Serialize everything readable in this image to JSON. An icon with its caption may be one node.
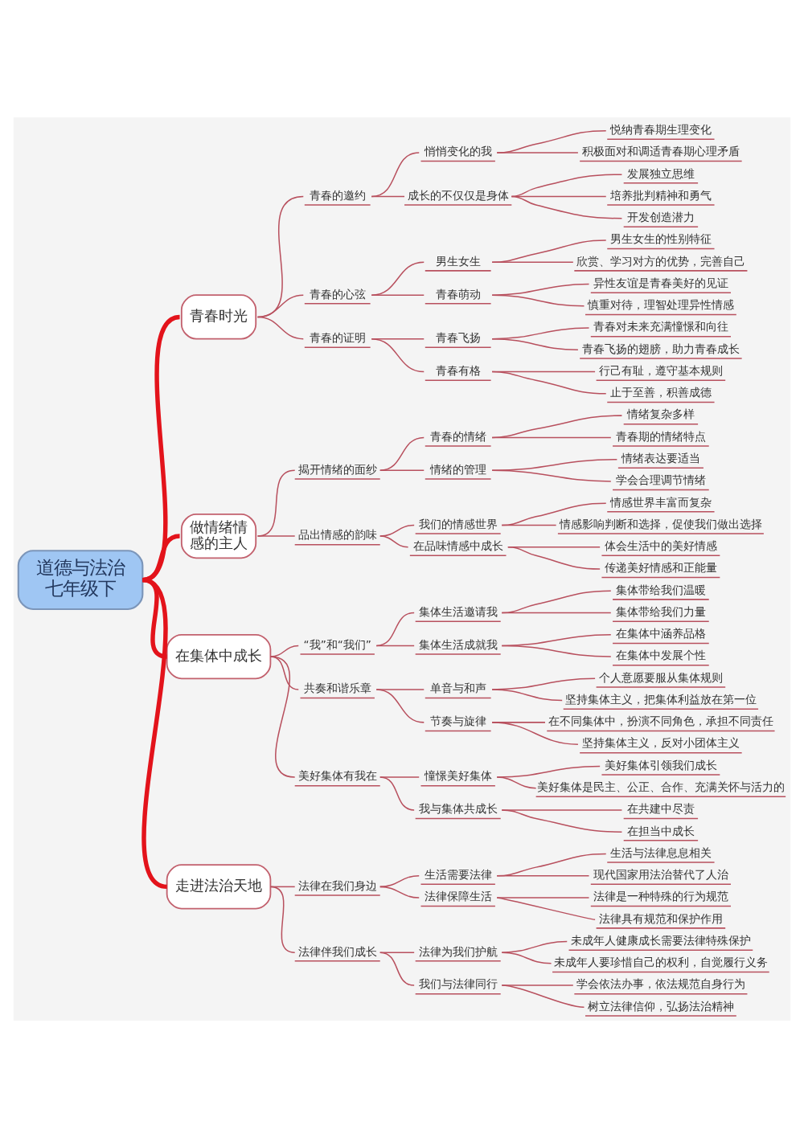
{
  "diagram": {
    "nodes": [
      {
        "text": [
          "道德与法治七年级下"
        ]
      },
      {
        "text": [
          "青春时光"
        ]
      },
      {
        "text": [
          "青春的邀约"
        ]
      },
      {
        "text": [
          "悄悄变化的我"
        ]
      },
      {
        "text": [
          "悦纳青春期生理变化"
        ]
      },
      {
        "text": [
          "积极面对和调适青春期心理矛盾"
        ]
      },
      {
        "text": [
          "成长的不仅仅是身体"
        ]
      },
      {
        "text": [
          "发展独立思维"
        ]
      },
      {
        "text": [
          "培养批判精神和勇气"
        ]
      },
      {
        "text": [
          "开发创造潜力"
        ]
      },
      {
        "text": [
          "青春的心弦"
        ]
      },
      {
        "text": [
          "男生女生"
        ]
      },
      {
        "text": [
          "男生女生的性别特征"
        ]
      },
      {
        "text": [
          "欣赏、学习对方的优势，完善自己"
        ]
      },
      {
        "text": [
          "青春萌动"
        ]
      },
      {
        "text": [
          "异性友谊是青春美好的见证"
        ]
      },
      {
        "text": [
          "慎重对待，理智处理异性情感"
        ]
      },
      {
        "text": [
          "青春的证明"
        ]
      },
      {
        "text": [
          "青春飞扬"
        ]
      },
      {
        "text": [
          "青春对未来充满憧憬和向往"
        ]
      },
      {
        "text": [
          "青春飞扬的翅膀，助力青春成长"
        ]
      },
      {
        "text": [
          "青春有格"
        ]
      },
      {
        "text": [
          "行己有耻，遵守基本规则"
        ]
      },
      {
        "text": [
          "止于至善，积善成德"
        ]
      },
      {
        "text": [
          "做情绪情感的主人"
        ]
      },
      {
        "text": [
          "揭开情绪的面纱"
        ]
      },
      {
        "text": [
          "青春的情绪"
        ]
      },
      {
        "text": [
          "情绪复杂多样"
        ]
      },
      {
        "text": [
          "青春期的情绪特点"
        ]
      },
      {
        "text": [
          "情绪的管理"
        ]
      },
      {
        "text": [
          "情绪表达要适当"
        ]
      },
      {
        "text": [
          "学会合理调节情绪"
        ]
      },
      {
        "text": [
          "品出情感的韵味"
        ]
      },
      {
        "text": [
          "我们的情感世界"
        ]
      },
      {
        "text": [
          "情感世界丰富而复杂"
        ]
      },
      {
        "text": [
          "情感影响判断和选择，促使我们做出选择"
        ]
      },
      {
        "text": [
          "在品味情感中成长"
        ]
      },
      {
        "text": [
          "体会生活中的美好情感"
        ]
      },
      {
        "text": [
          "传递美好情感和正能量"
        ]
      },
      {
        "text": [
          "在集体中成长"
        ]
      },
      {
        "text": [
          "“我”和“我们”"
        ]
      },
      {
        "text": [
          "集体生活邀请我"
        ]
      },
      {
        "text": [
          "集体带给我们温暖"
        ]
      },
      {
        "text": [
          "集体带给我们力量"
        ]
      },
      {
        "text": [
          "集体生活成就我"
        ]
      },
      {
        "text": [
          "在集体中涵养品格"
        ]
      },
      {
        "text": [
          "在集体中发展个性"
        ]
      },
      {
        "text": [
          "共奏和谐乐章"
        ]
      },
      {
        "text": [
          "单音与和声"
        ]
      },
      {
        "text": [
          "个人意愿要服从集体规则"
        ]
      },
      {
        "text": [
          "坚持集体主义，把集体利益放在第一位"
        ]
      },
      {
        "text": [
          "节奏与旋律"
        ]
      },
      {
        "text": [
          "在不同集体中，扮演不同角色，承担不同责任"
        ]
      },
      {
        "text": [
          "坚持集体主义，反对小团体主义"
        ]
      },
      {
        "text": [
          "美好集体有我在"
        ]
      },
      {
        "text": [
          "憧憬美好集体"
        ]
      },
      {
        "text": [
          "美好集体引领我们成长"
        ]
      },
      {
        "text": [
          "美好集体是民主、公正、合作、充满关怀与活力的"
        ]
      },
      {
        "text": [
          "我与集体共成长"
        ]
      },
      {
        "text": [
          "在共建中尽责"
        ]
      },
      {
        "text": [
          "在担当中成长"
        ]
      },
      {
        "text": [
          "走进法治天地"
        ]
      },
      {
        "text": [
          "法律在我们身边"
        ]
      },
      {
        "text": [
          "生活需要法律"
        ]
      },
      {
        "text": [
          "生活与法律息息相关"
        ]
      },
      {
        "text": [
          "现代国家用法治替代了人治"
        ]
      },
      {
        "text": [
          "法律保障生活"
        ]
      },
      {
        "text": [
          "法律是一种特殊的行为规范"
        ]
      },
      {
        "text": [
          "法律具有规范和保护作用"
        ]
      },
      {
        "text": [
          "法律伴我们成长"
        ]
      },
      {
        "text": [
          "法律为我们护航"
        ]
      },
      {
        "text": [
          "未成年人健康成长需要法律特殊保护"
        ]
      },
      {
        "text": [
          "未成年人要珍惜自己的权利，自觉履行义务"
        ]
      },
      {
        "text": [
          "我们与法律同行"
        ]
      },
      {
        "text": [
          "学会依法办事，依法规范自身行为"
        ]
      },
      {
        "text": [
          "树立法律信仰，弘扬法治精神"
        ]
      }
    ],
    "edges": [
      {
        "from": 0,
        "to": 1,
        "arrow": "none",
        "style": "thick",
        "color": "#e3131b"
      },
      {
        "from": 1,
        "to": 2,
        "arrow": "none"
      },
      {
        "from": 2,
        "to": 3,
        "arrow": "none"
      },
      {
        "from": 3,
        "to": 4,
        "arrow": "none"
      },
      {
        "from": 3,
        "to": 5,
        "arrow": "none"
      },
      {
        "from": 2,
        "to": 6,
        "arrow": "none"
      },
      {
        "from": 6,
        "to": 7,
        "arrow": "none"
      },
      {
        "from": 6,
        "to": 8,
        "arrow": "none"
      },
      {
        "from": 6,
        "to": 9,
        "arrow": "none"
      },
      {
        "from": 1,
        "to": 10,
        "arrow": "none"
      },
      {
        "from": 10,
        "to": 11,
        "arrow": "none"
      },
      {
        "from": 11,
        "to": 12,
        "arrow": "none"
      },
      {
        "from": 11,
        "to": 13,
        "arrow": "none"
      },
      {
        "from": 10,
        "to": 14,
        "arrow": "none"
      },
      {
        "from": 14,
        "to": 15,
        "arrow": "none"
      },
      {
        "from": 14,
        "to": 16,
        "arrow": "none"
      },
      {
        "from": 1,
        "to": 17,
        "arrow": "none"
      },
      {
        "from": 17,
        "to": 18,
        "arrow": "none"
      },
      {
        "from": 18,
        "to": 19,
        "arrow": "none"
      },
      {
        "from": 18,
        "to": 20,
        "arrow": "none"
      },
      {
        "from": 17,
        "to": 21,
        "arrow": "none"
      },
      {
        "from": 21,
        "to": 22,
        "arrow": "none"
      },
      {
        "from": 21,
        "to": 23,
        "arrow": "none"
      },
      {
        "from": 0,
        "to": 24,
        "arrow": "none",
        "style": "thick",
        "color": "#e3131b"
      },
      {
        "from": 24,
        "to": 25,
        "arrow": "none"
      },
      {
        "from": 25,
        "to": 26,
        "arrow": "none"
      },
      {
        "from": 26,
        "to": 27,
        "arrow": "none"
      },
      {
        "from": 26,
        "to": 28,
        "arrow": "none"
      },
      {
        "from": 25,
        "to": 29,
        "arrow": "none"
      },
      {
        "from": 29,
        "to": 30,
        "arrow": "none"
      },
      {
        "from": 29,
        "to": 31,
        "arrow": "none"
      },
      {
        "from": 24,
        "to": 32,
        "arrow": "none"
      },
      {
        "from": 32,
        "to": 33,
        "arrow": "none"
      },
      {
        "from": 33,
        "to": 34,
        "arrow": "none"
      },
      {
        "from": 33,
        "to": 35,
        "arrow": "none"
      },
      {
        "from": 32,
        "to": 36,
        "arrow": "none"
      },
      {
        "from": 36,
        "to": 37,
        "arrow": "none"
      },
      {
        "from": 36,
        "to": 38,
        "arrow": "none"
      },
      {
        "from": 0,
        "to": 39,
        "arrow": "none",
        "style": "thick",
        "color": "#e3131b"
      },
      {
        "from": 39,
        "to": 40,
        "arrow": "none"
      },
      {
        "from": 40,
        "to": 41,
        "arrow": "none"
      },
      {
        "from": 41,
        "to": 42,
        "arrow": "none"
      },
      {
        "from": 41,
        "to": 43,
        "arrow": "none"
      },
      {
        "from": 40,
        "to": 44,
        "arrow": "none"
      },
      {
        "from": 44,
        "to": 45,
        "arrow": "none"
      },
      {
        "from": 44,
        "to": 46,
        "arrow": "none"
      },
      {
        "from": 39,
        "to": 47,
        "arrow": "none"
      },
      {
        "from": 47,
        "to": 48,
        "arrow": "none"
      },
      {
        "from": 48,
        "to": 49,
        "arrow": "none"
      },
      {
        "from": 48,
        "to": 50,
        "arrow": "none"
      },
      {
        "from": 47,
        "to": 51,
        "arrow": "none"
      },
      {
        "from": 51,
        "to": 52,
        "arrow": "none"
      },
      {
        "from": 51,
        "to": 53,
        "arrow": "none"
      },
      {
        "from": 39,
        "to": 54,
        "arrow": "none"
      },
      {
        "from": 54,
        "to": 55,
        "arrow": "none"
      },
      {
        "from": 55,
        "to": 56,
        "arrow": "none"
      },
      {
        "from": 55,
        "to": 57,
        "arrow": "none"
      },
      {
        "from": 54,
        "to": 58,
        "arrow": "none"
      },
      {
        "from": 58,
        "to": 59,
        "arrow": "none"
      },
      {
        "from": 58,
        "to": 60,
        "arrow": "none"
      },
      {
        "from": 0,
        "to": 61,
        "arrow": "none",
        "style": "thick",
        "color": "#e3131b"
      },
      {
        "from": 61,
        "to": 62,
        "arrow": "none"
      },
      {
        "from": 62,
        "to": 63,
        "arrow": "none"
      },
      {
        "from": 63,
        "to": 64,
        "arrow": "none"
      },
      {
        "from": 63,
        "to": 65,
        "arrow": "none"
      },
      {
        "from": 62,
        "to": 66,
        "arrow": "none"
      },
      {
        "from": 66,
        "to": 67,
        "arrow": "none"
      },
      {
        "from": 66,
        "to": 68,
        "arrow": "none"
      },
      {
        "from": 61,
        "to": 69,
        "arrow": "none"
      },
      {
        "from": 69,
        "to": 70,
        "arrow": "none"
      },
      {
        "from": 70,
        "to": 71,
        "arrow": "none"
      },
      {
        "from": 70,
        "to": 72,
        "arrow": "none"
      },
      {
        "from": 69,
        "to": 73,
        "arrow": "none"
      },
      {
        "from": 73,
        "to": 74,
        "arrow": "none"
      },
      {
        "from": 73,
        "to": 75,
        "arrow": "none"
      }
    ]
  }
}
